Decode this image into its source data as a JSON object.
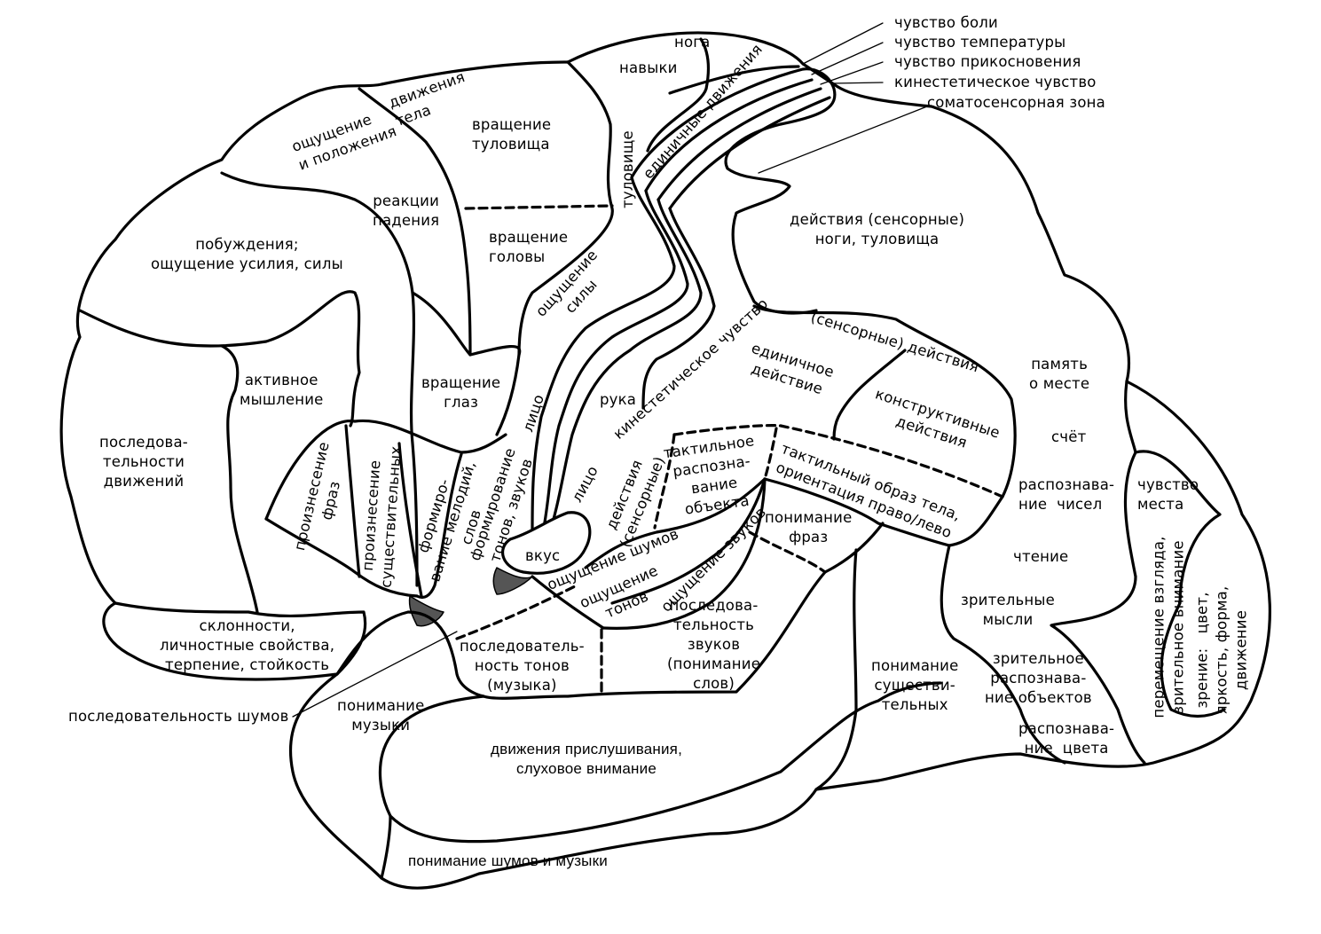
{
  "callouts": {
    "pain": "чувство боли",
    "temperature": "чувство температуры",
    "touch": "чувство прикосновения",
    "kinesthetic": "кинестетическое чувство",
    "somatosensory": "соматосенсорная зона",
    "noise_sequence": "последовательность шумов"
  },
  "regions": {
    "leg": "нога",
    "skills": "навыки",
    "single_movements": "единичные движения",
    "body_movements": "движения\nтела",
    "position_sense": "ощущение\nи положения",
    "trunk_rotation": "вращение\nтуловища",
    "trunk": "туловище",
    "fall_reactions": "реакции\nпадения",
    "head_rotation": "вращение\nголовы",
    "urges": "побуждения;\nощущение усилия, силы",
    "force_sense": "ощущение\nсилы",
    "active_thinking": "активное\nмышление",
    "eye_rotation": "вращение\nглаз",
    "movement_sequences": "последова-\nтельности\nдвижений",
    "face_motor": "лицо",
    "hand": "рука",
    "kinesthetic_sense": "кинестетическое чувство",
    "face_sensory": "лицо",
    "phrase_pronunciation": "произнесение\nфраз",
    "noun_pronunciation": "произнесение\nсуществительных",
    "melody_formation": "формиро-\nвание мелодий,\nслов",
    "tone_formation": "формирование\nтонов, звуков",
    "taste": "вкус",
    "sensory_actions_small": "действия\n(сенсорные)",
    "tactile_recognition": "тактильное\nраспозна-\nвание\nобъекта",
    "legs_trunk_actions": "действия (сенсорные)\nноги, туловища",
    "single_action": "единичное\nдействие",
    "sensory_actions_arc": "(сенсорные) действия",
    "constructive_actions": "конструктивные\nдействия",
    "body_image": "тактильный образ тела,\nориентация право/лево",
    "place_memory": "память\nо месте",
    "counting": "счёт",
    "number_recognition": "распознава-\nние  чисел",
    "reading": "чтение",
    "visual_thoughts": "зрительные\nмысли",
    "object_recognition": "зрительное\nраспознава-\nние объектов",
    "color_recognition": "распознава-\nние  цвета",
    "place_sense": "чувство\nместа",
    "gaze_shift": "перемещение взгляда,\nзрительное внимание",
    "vision": "зрение:   цвет,\nяркость, форма,\nдвижение",
    "noise_sensation": "ощущение шумов",
    "tone_sensation": "ощущение\nтонов",
    "sound_sensation": "ощущение звуков",
    "phrase_understanding": "понимание\nфраз",
    "sound_sequence": "последова-\nтельность\nзвуков\n(понимание\nслов)",
    "tone_sequence": "последователь-\nность тонов\n(музыка)",
    "inclinations": "склонности,\nличностные свойства,\nтерпение, стойкость",
    "music_understanding": "понимание\nмузыки",
    "noun_understanding": "понимание\nсуществи-\nтельных",
    "listening_movements": "движения прислушивания,\nслуховое внимание",
    "noise_music_understanding": "понимание шумов и музыки"
  }
}
